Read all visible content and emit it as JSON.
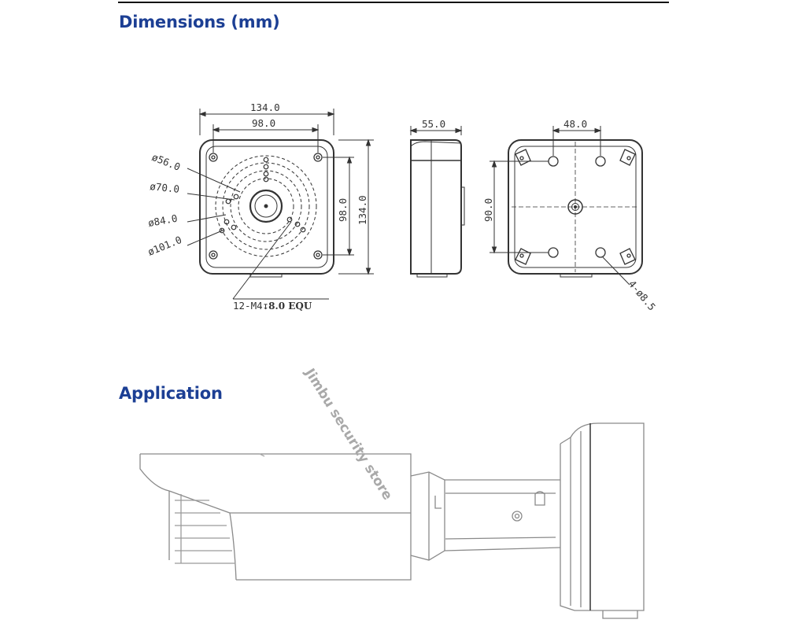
{
  "headings": {
    "dimensions": "Dimensions (mm)",
    "application": "Application"
  },
  "front_view": {
    "width_outer": "134.0",
    "width_inner": "98.0",
    "height_inner": "98.0",
    "height_outer": "134.0",
    "diameters": [
      "ø56.0",
      "ø70.0",
      "ø84.0",
      "ø101.0"
    ],
    "screw_callout": "12-M4",
    "screw_depth_symbol": "↧",
    "screw_depth": "8.0 EQU"
  },
  "side_view": {
    "depth": "55.0"
  },
  "back_view": {
    "hole_spacing_h": "48.0",
    "hole_spacing_v": "90.0",
    "hole_callout": "4-ø8.5"
  },
  "watermark": "Jimbu security store",
  "colors": {
    "heading": "#1c3f94",
    "line": "#333333",
    "watermark": "#a9a9a9"
  }
}
